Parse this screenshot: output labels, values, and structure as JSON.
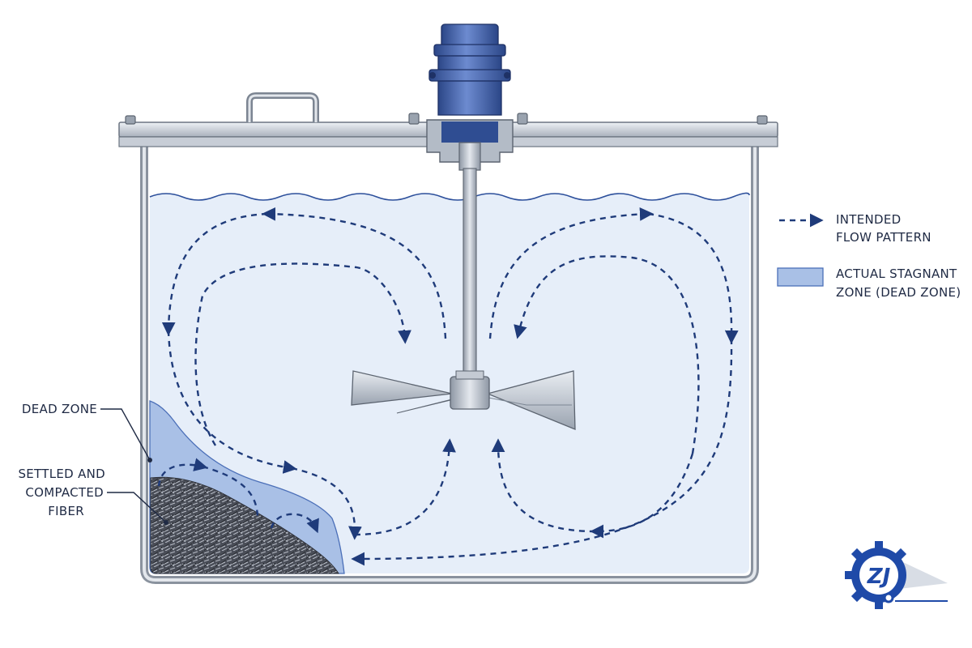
{
  "legend": {
    "flow_line1": "INTENDED",
    "flow_line2": "FLOW PATTERN",
    "zone_line1": "ACTUAL STAGNANT",
    "zone_line2": "ZONE (DEAD ZONE)"
  },
  "callouts": {
    "dead_zone": "DEAD ZONE",
    "fiber_line1": "SETTLED AND",
    "fiber_line2": "COMPACTED",
    "fiber_line3": "FIBER"
  },
  "colors": {
    "water": "#e6eef9",
    "dead_zone": "#a9c0e6",
    "flow_arrow": "#1f3b7a",
    "motor": "#3f5fa3",
    "steel": "#b8c0cc",
    "logo": "#1f4aa8"
  },
  "logo": {
    "text": "ZJ"
  }
}
